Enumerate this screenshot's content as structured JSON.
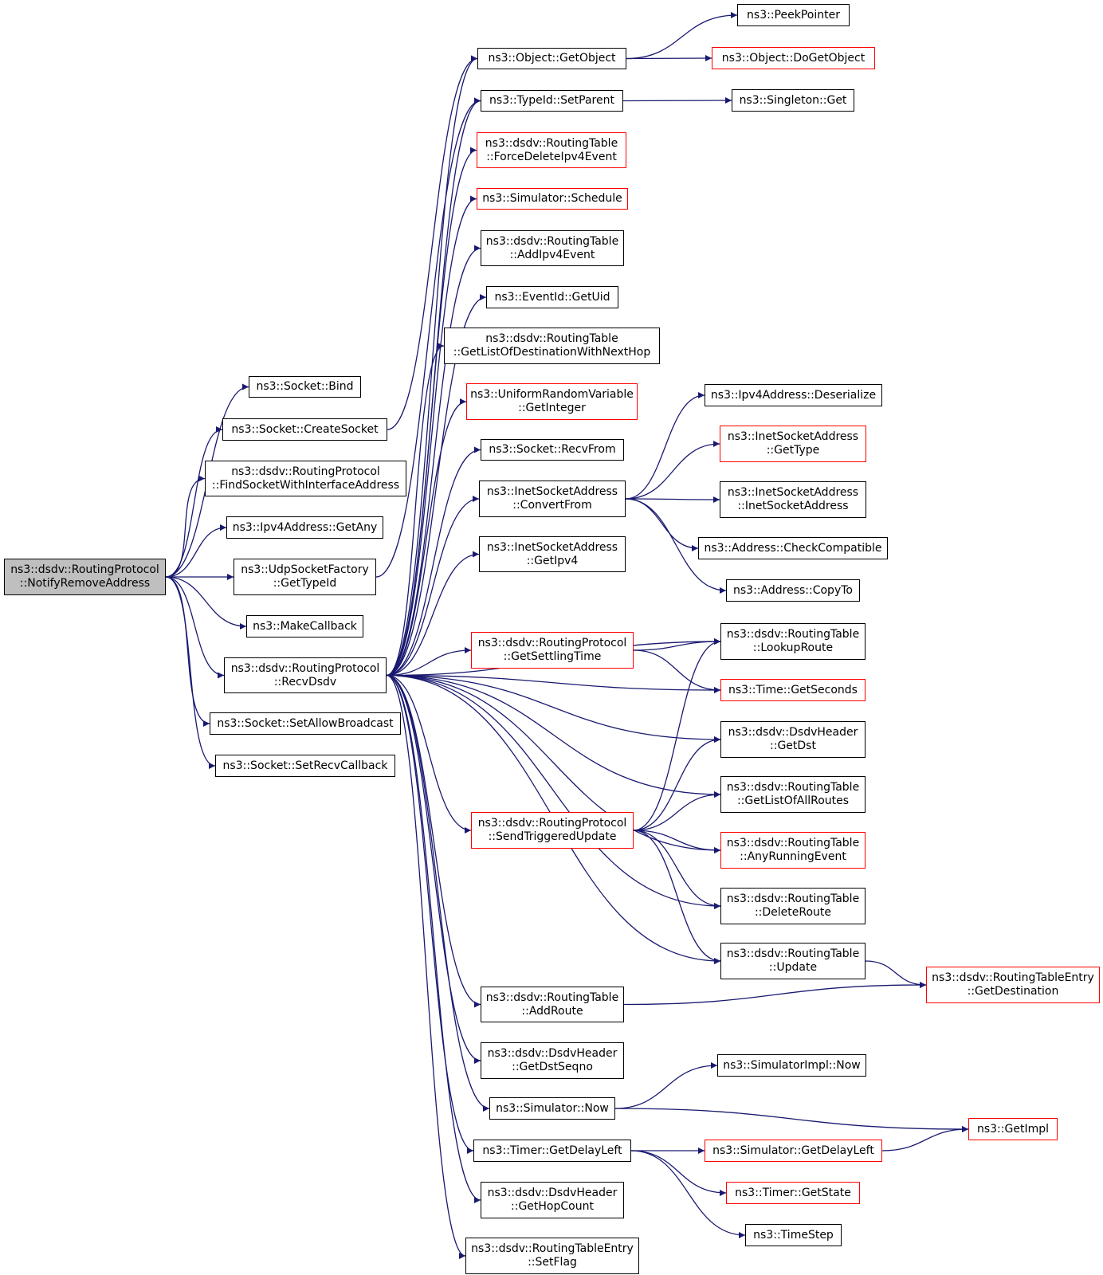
{
  "diagram": {
    "style": {
      "edge_color": "#191970",
      "border_color": "#000000",
      "undocumented_border_color": "#ff0000",
      "root_fill": "#bfbfbf"
    },
    "nodes": [
      {
        "id": "root",
        "lines": [
          "ns3::dsdv::RoutingProtocol",
          "::NotifyRemoveAddress"
        ],
        "kind": "root"
      },
      {
        "id": "bind",
        "lines": [
          "ns3::Socket::Bind"
        ],
        "kind": "normal"
      },
      {
        "id": "createsocket",
        "lines": [
          "ns3::Socket::CreateSocket"
        ],
        "kind": "normal"
      },
      {
        "id": "findsocket",
        "lines": [
          "ns3::dsdv::RoutingProtocol",
          "::FindSocketWithInterfaceAddress"
        ],
        "kind": "normal"
      },
      {
        "id": "getany",
        "lines": [
          "ns3::Ipv4Address::GetAny"
        ],
        "kind": "normal"
      },
      {
        "id": "udpgettypeid",
        "lines": [
          "ns3::UdpSocketFactory",
          "::GetTypeId"
        ],
        "kind": "normal"
      },
      {
        "id": "makecallback",
        "lines": [
          "ns3::MakeCallback"
        ],
        "kind": "normal"
      },
      {
        "id": "recvdsdv",
        "lines": [
          "ns3::dsdv::RoutingProtocol",
          "::RecvDsdv"
        ],
        "kind": "normal"
      },
      {
        "id": "setallowbroadcast",
        "lines": [
          "ns3::Socket::SetAllowBroadcast"
        ],
        "kind": "normal"
      },
      {
        "id": "setrecvcallback",
        "lines": [
          "ns3::Socket::SetRecvCallback"
        ],
        "kind": "normal"
      },
      {
        "id": "getobject",
        "lines": [
          "ns3::Object::GetObject"
        ],
        "kind": "normal"
      },
      {
        "id": "setparent",
        "lines": [
          "ns3::TypeId::SetParent"
        ],
        "kind": "normal"
      },
      {
        "id": "forcedelete",
        "lines": [
          "ns3::dsdv::RoutingTable",
          "::ForceDeleteIpv4Event"
        ],
        "kind": "red"
      },
      {
        "id": "schedule",
        "lines": [
          "ns3::Simulator::Schedule"
        ],
        "kind": "red"
      },
      {
        "id": "addipv4event",
        "lines": [
          "ns3::dsdv::RoutingTable",
          "::AddIpv4Event"
        ],
        "kind": "normal"
      },
      {
        "id": "getuid",
        "lines": [
          "ns3::EventId::GetUid"
        ],
        "kind": "normal"
      },
      {
        "id": "getlistnexthop",
        "lines": [
          "ns3::dsdv::RoutingTable",
          "::GetListOfDestinationWithNextHop"
        ],
        "kind": "normal"
      },
      {
        "id": "getinteger",
        "lines": [
          "ns3::UniformRandomVariable",
          "::GetInteger"
        ],
        "kind": "red"
      },
      {
        "id": "recvfrom",
        "lines": [
          "ns3::Socket::RecvFrom"
        ],
        "kind": "normal"
      },
      {
        "id": "convertfrom",
        "lines": [
          "ns3::InetSocketAddress",
          "::ConvertFrom"
        ],
        "kind": "normal"
      },
      {
        "id": "getipv4",
        "lines": [
          "ns3::InetSocketAddress",
          "::GetIpv4"
        ],
        "kind": "normal"
      },
      {
        "id": "getsettlingtime",
        "lines": [
          "ns3::dsdv::RoutingProtocol",
          "::GetSettlingTime"
        ],
        "kind": "red"
      },
      {
        "id": "sendtriggered",
        "lines": [
          "ns3::dsdv::RoutingProtocol",
          "::SendTriggeredUpdate"
        ],
        "kind": "red"
      },
      {
        "id": "addroute",
        "lines": [
          "ns3::dsdv::RoutingTable",
          "::AddRoute"
        ],
        "kind": "normal"
      },
      {
        "id": "getdstseqno",
        "lines": [
          "ns3::dsdv::DsdvHeader",
          "::GetDstSeqno"
        ],
        "kind": "normal"
      },
      {
        "id": "simnow",
        "lines": [
          "ns3::Simulator::Now"
        ],
        "kind": "normal"
      },
      {
        "id": "timergetdelayleft",
        "lines": [
          "ns3::Timer::GetDelayLeft"
        ],
        "kind": "normal"
      },
      {
        "id": "gethopcount",
        "lines": [
          "ns3::dsdv::DsdvHeader",
          "::GetHopCount"
        ],
        "kind": "normal"
      },
      {
        "id": "setflag",
        "lines": [
          "ns3::dsdv::RoutingTableEntry",
          "::SetFlag"
        ],
        "kind": "normal"
      },
      {
        "id": "peekpointer",
        "lines": [
          "ns3::PeekPointer"
        ],
        "kind": "normal"
      },
      {
        "id": "dogetobject",
        "lines": [
          "ns3::Object::DoGetObject"
        ],
        "kind": "red"
      },
      {
        "id": "singletonget",
        "lines": [
          "ns3::Singleton::Get"
        ],
        "kind": "normal"
      },
      {
        "id": "deserialize",
        "lines": [
          "ns3::Ipv4Address::Deserialize"
        ],
        "kind": "normal"
      },
      {
        "id": "gettype",
        "lines": [
          "ns3::InetSocketAddress",
          "::GetType"
        ],
        "kind": "red"
      },
      {
        "id": "inetsocketaddress",
        "lines": [
          "ns3::InetSocketAddress",
          "::InetSocketAddress"
        ],
        "kind": "normal"
      },
      {
        "id": "checkcompatible",
        "lines": [
          "ns3::Address::CheckCompatible"
        ],
        "kind": "normal"
      },
      {
        "id": "copyto",
        "lines": [
          "ns3::Address::CopyTo"
        ],
        "kind": "normal"
      },
      {
        "id": "lookuproute",
        "lines": [
          "ns3::dsdv::RoutingTable",
          "::LookupRoute"
        ],
        "kind": "normal"
      },
      {
        "id": "getseconds",
        "lines": [
          "ns3::Time::GetSeconds"
        ],
        "kind": "red"
      },
      {
        "id": "getdst",
        "lines": [
          "ns3::dsdv::DsdvHeader",
          "::GetDst"
        ],
        "kind": "normal"
      },
      {
        "id": "getlistallroutes",
        "lines": [
          "ns3::dsdv::RoutingTable",
          "::GetListOfAllRoutes"
        ],
        "kind": "normal"
      },
      {
        "id": "anyrunningevent",
        "lines": [
          "ns3::dsdv::RoutingTable",
          "::AnyRunningEvent"
        ],
        "kind": "red"
      },
      {
        "id": "deleteroute",
        "lines": [
          "ns3::dsdv::RoutingTable",
          "::DeleteRoute"
        ],
        "kind": "normal"
      },
      {
        "id": "update",
        "lines": [
          "ns3::dsdv::RoutingTable",
          "::Update"
        ],
        "kind": "normal"
      },
      {
        "id": "simimplnow",
        "lines": [
          "ns3::SimulatorImpl::Now"
        ],
        "kind": "normal"
      },
      {
        "id": "simgetdelayleft",
        "lines": [
          "ns3::Simulator::GetDelayLeft"
        ],
        "kind": "red"
      },
      {
        "id": "timergetstate",
        "lines": [
          "ns3::Timer::GetState"
        ],
        "kind": "red"
      },
      {
        "id": "timestep",
        "lines": [
          "ns3::TimeStep"
        ],
        "kind": "normal"
      },
      {
        "id": "getdestination",
        "lines": [
          "ns3::dsdv::RoutingTableEntry",
          "::GetDestination"
        ],
        "kind": "red"
      },
      {
        "id": "getimpl",
        "lines": [
          "ns3::GetImpl"
        ],
        "kind": "red"
      }
    ],
    "edges": [
      [
        "root",
        "bind"
      ],
      [
        "root",
        "createsocket"
      ],
      [
        "root",
        "findsocket"
      ],
      [
        "root",
        "getany"
      ],
      [
        "root",
        "udpgettypeid"
      ],
      [
        "root",
        "makecallback"
      ],
      [
        "root",
        "recvdsdv"
      ],
      [
        "root",
        "setallowbroadcast"
      ],
      [
        "root",
        "setrecvcallback"
      ],
      [
        "createsocket",
        "getobject"
      ],
      [
        "udpgettypeid",
        "setparent"
      ],
      [
        "recvdsdv",
        "getobject"
      ],
      [
        "recvdsdv",
        "setparent"
      ],
      [
        "recvdsdv",
        "forcedelete"
      ],
      [
        "recvdsdv",
        "schedule"
      ],
      [
        "recvdsdv",
        "addipv4event"
      ],
      [
        "recvdsdv",
        "getuid"
      ],
      [
        "recvdsdv",
        "getlistnexthop"
      ],
      [
        "recvdsdv",
        "getinteger"
      ],
      [
        "recvdsdv",
        "recvfrom"
      ],
      [
        "recvdsdv",
        "convertfrom"
      ],
      [
        "recvdsdv",
        "getipv4"
      ],
      [
        "recvdsdv",
        "lookuproute"
      ],
      [
        "recvdsdv",
        "getsettlingtime"
      ],
      [
        "recvdsdv",
        "getseconds"
      ],
      [
        "recvdsdv",
        "getdst"
      ],
      [
        "recvdsdv",
        "getlistallroutes"
      ],
      [
        "recvdsdv",
        "sendtriggered"
      ],
      [
        "recvdsdv",
        "anyrunningevent"
      ],
      [
        "recvdsdv",
        "deleteroute"
      ],
      [
        "recvdsdv",
        "update"
      ],
      [
        "recvdsdv",
        "addroute"
      ],
      [
        "recvdsdv",
        "getdstseqno"
      ],
      [
        "recvdsdv",
        "simnow"
      ],
      [
        "recvdsdv",
        "timergetdelayleft"
      ],
      [
        "recvdsdv",
        "gethopcount"
      ],
      [
        "recvdsdv",
        "setflag"
      ],
      [
        "getobject",
        "peekpointer"
      ],
      [
        "getobject",
        "dogetobject"
      ],
      [
        "setparent",
        "singletonget"
      ],
      [
        "convertfrom",
        "deserialize"
      ],
      [
        "convertfrom",
        "gettype"
      ],
      [
        "convertfrom",
        "inetsocketaddress"
      ],
      [
        "convertfrom",
        "checkcompatible"
      ],
      [
        "convertfrom",
        "copyto"
      ],
      [
        "getsettlingtime",
        "lookuproute"
      ],
      [
        "getsettlingtime",
        "getseconds"
      ],
      [
        "sendtriggered",
        "lookuproute"
      ],
      [
        "sendtriggered",
        "getdst"
      ],
      [
        "sendtriggered",
        "getlistallroutes"
      ],
      [
        "sendtriggered",
        "anyrunningevent"
      ],
      [
        "sendtriggered",
        "deleteroute"
      ],
      [
        "sendtriggered",
        "update"
      ],
      [
        "update",
        "getdestination"
      ],
      [
        "addroute",
        "getdestination"
      ],
      [
        "simnow",
        "simimplnow"
      ],
      [
        "simnow",
        "getimpl"
      ],
      [
        "timergetdelayleft",
        "simgetdelayleft"
      ],
      [
        "timergetdelayleft",
        "timergetstate"
      ],
      [
        "timergetdelayleft",
        "timestep"
      ],
      [
        "simgetdelayleft",
        "getimpl"
      ]
    ]
  }
}
